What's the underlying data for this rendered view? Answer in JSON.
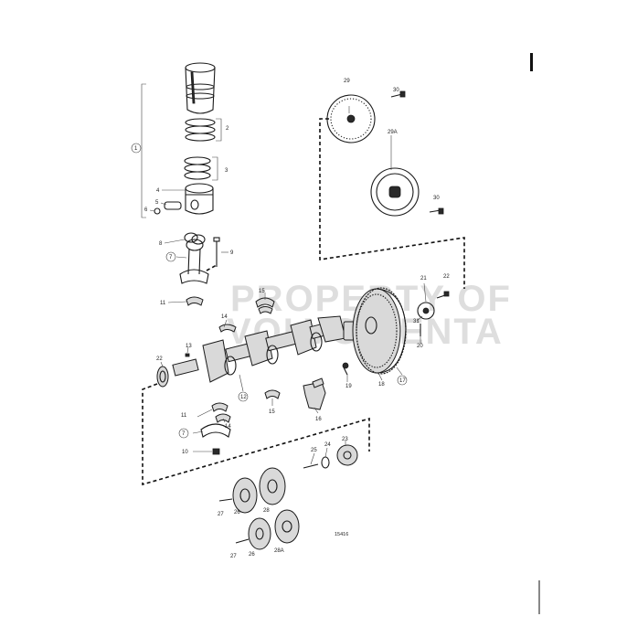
{
  "watermark": {
    "line1": "PROPERTY OF",
    "line2": "VOLVO PENTA"
  },
  "drawing_number": "15416",
  "labels": {
    "p1": "1",
    "p2": "2",
    "p3": "3",
    "p4": "4",
    "p5": "5",
    "p6": "6",
    "p7a": "7",
    "p7b": "7",
    "p8": "8",
    "p9": "9",
    "p10": "10",
    "p11a": "11",
    "p11b": "11",
    "p12": "12",
    "p13": "13",
    "p14a": "14",
    "p14b": "14",
    "p15a": "15",
    "p15b": "15",
    "p16": "16",
    "p17": "17",
    "p18": "18",
    "p19": "19",
    "p20": "20",
    "p21": "21",
    "p22a": "22",
    "p22b": "22",
    "p23": "23",
    "p24": "24",
    "p25": "25",
    "p26a": "26",
    "p26b": "26",
    "p27a": "27",
    "p27b": "27",
    "p28": "28",
    "p28a": "28A",
    "p29": "29",
    "p29a": "29A",
    "p30a": "30",
    "p30b": "30",
    "p31": "31"
  },
  "colors": {
    "ink": "#1a1a1a",
    "paper": "#ffffff",
    "watermark": "#a0a0a0"
  }
}
